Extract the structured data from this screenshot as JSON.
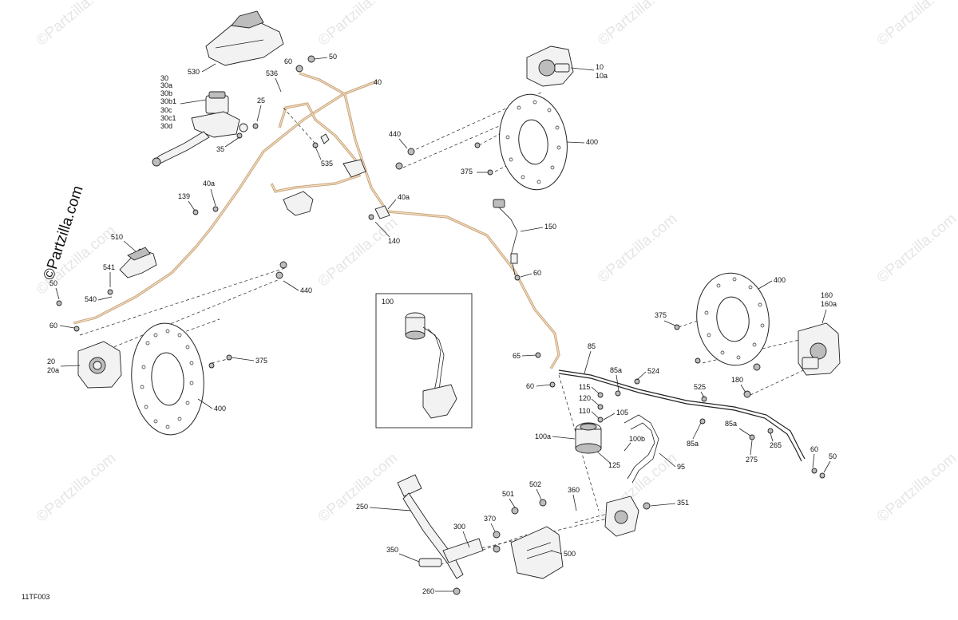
{
  "diagram": {
    "code": "11TF003",
    "brand_text": "©Partzilla.com",
    "watermark_text": "©Partzilla.com",
    "inset_label": "100",
    "labels": {
      "l530": "530",
      "l30": "30",
      "l30a": "30a",
      "l30b": "30b",
      "l30b1": "30b1",
      "l30c": "30c",
      "l30c1": "30c1",
      "l30d": "30d",
      "l25": "25",
      "l35": "35",
      "l50_top": "50",
      "l60_top": "60",
      "l536": "536",
      "l40": "40",
      "l535": "535",
      "l139": "139",
      "l40a_left": "40a",
      "l510": "510",
      "l541": "541",
      "l540": "540",
      "l50_left": "50",
      "l60_left": "60",
      "l440_left": "440",
      "l20": "20",
      "l20a": "20a",
      "l375_left": "375",
      "l400_left": "400",
      "l40a_mid": "40a",
      "l140": "140",
      "l150": "150",
      "l60_mid": "60",
      "l10": "10",
      "l10a": "10a",
      "l440_right": "440",
      "l400_top": "400",
      "l375_top": "375",
      "l400_right": "400",
      "l160": "160",
      "l160a": "160a",
      "l375_right": "375",
      "l180": "180",
      "l65": "65",
      "l85": "85",
      "l85a_1": "85a",
      "l524": "524",
      "l60_low": "60",
      "l115": "115",
      "l120": "120",
      "l110": "110",
      "l105": "105",
      "l525": "525",
      "l85a_2": "85a",
      "l85a_3": "85a",
      "l265": "265",
      "l275": "275",
      "l60_right": "60",
      "l50_right": "50",
      "l100a": "100a",
      "l100b": "100b",
      "l125": "125",
      "l95": "95",
      "l250": "250",
      "l501": "501",
      "l502": "502",
      "l360": "360",
      "l351": "351",
      "l370": "370",
      "l300": "300",
      "l350": "350",
      "l500": "500",
      "l260": "260"
    }
  }
}
